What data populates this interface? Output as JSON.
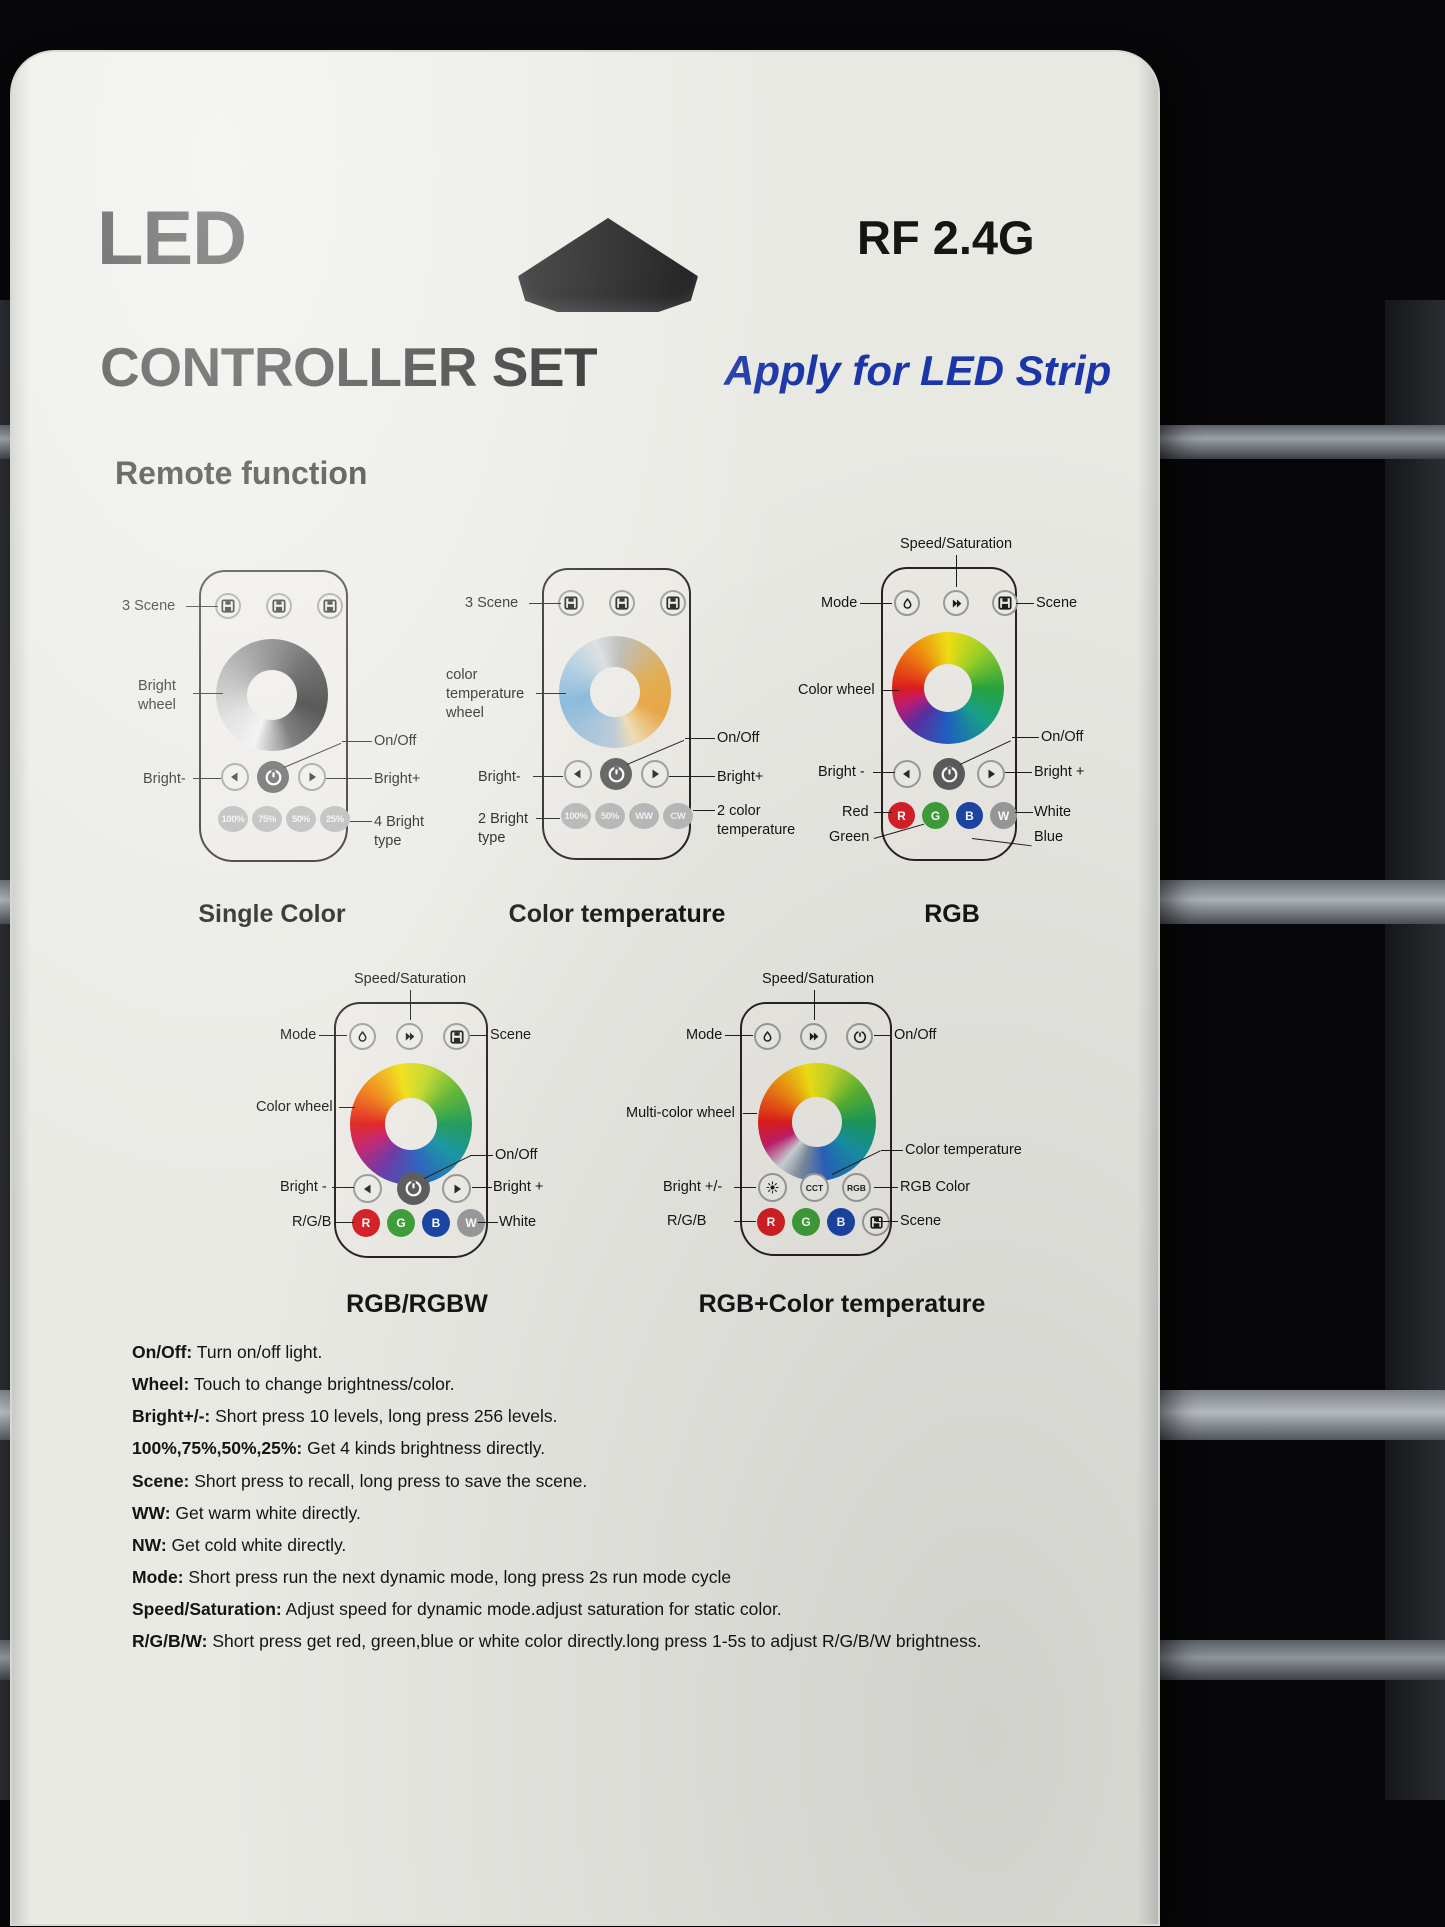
{
  "header": {
    "title_led": "LED",
    "title_controller": "CONTROLLER SET",
    "rf_badge": "RF 2.4G",
    "apply_text": "Apply for LED Strip",
    "section_title": "Remote function",
    "accent_blue": "#1b36a8"
  },
  "remotes": [
    {
      "id": "single-color",
      "caption": "Single Color",
      "wheel_label": "Bright\nwheel",
      "wheel_type": "brightness-gradient",
      "labels": {
        "scene": "3 Scene",
        "wheel_l1": "Bright",
        "wheel_l2": "wheel",
        "bright_minus": "Bright-",
        "bright_plus": "Bright+",
        "onoff": "On/Off",
        "bottom_l1": "4 Bright",
        "bottom_l2": "type"
      },
      "scene_buttons": [
        "save-icon",
        "save-icon",
        "save-icon"
      ],
      "row_buttons": [
        "left-arrow-icon",
        "power-icon",
        "right-arrow-icon"
      ],
      "preset_buttons": [
        "100%",
        "75%",
        "50%",
        "25%"
      ]
    },
    {
      "id": "color-temperature",
      "caption": "Color temperature",
      "wheel_type": "cct-gradient",
      "labels": {
        "scene": "3 Scene",
        "wheel_l1": "color",
        "wheel_l2": "temperature",
        "wheel_l3": "wheel",
        "bright_minus": "Bright-",
        "bright_plus": "Bright+",
        "onoff": "On/Off",
        "bottom_l1": "2 Bright",
        "bottom_l2": "type",
        "right_l1": "2 color",
        "right_l2": "temperature"
      },
      "scene_buttons": [
        "save-icon",
        "save-icon",
        "save-icon"
      ],
      "row_buttons": [
        "left-arrow-icon",
        "power-icon",
        "right-arrow-icon"
      ],
      "preset_buttons": [
        "100%",
        "50%",
        "WW",
        "CW"
      ]
    },
    {
      "id": "rgb",
      "caption": "RGB",
      "wheel_type": "rgb-wheel",
      "labels": {
        "speed": "Speed/Saturation",
        "mode": "Mode",
        "scene": "Scene",
        "color_wheel": "Color  wheel",
        "bright_minus": "Bright -",
        "bright_plus": "Bright +",
        "onoff": "On/Off",
        "red": "Red",
        "green": "Green",
        "white": "White",
        "blue": "Blue"
      },
      "top_buttons": [
        "mode-icon",
        "play-icon",
        "save-icon"
      ],
      "row_buttons": [
        "left-arrow-icon",
        "power-icon",
        "right-arrow-icon"
      ],
      "color_buttons": [
        "R",
        "G",
        "B",
        "W"
      ]
    },
    {
      "id": "rgb-rgbw",
      "caption": "RGB/RGBW",
      "wheel_type": "rgb-wheel",
      "labels": {
        "speed": "Speed/Saturation",
        "mode": "Mode",
        "scene": "Scene",
        "color_wheel": "Color  wheel",
        "bright_minus": "Bright -",
        "bright_plus": "Bright +",
        "onoff": "On/Off",
        "rgb": "R/G/B",
        "white": "White"
      },
      "top_buttons": [
        "mode-icon",
        "play-icon",
        "save-icon"
      ],
      "row_buttons": [
        "left-arrow-icon",
        "power-icon",
        "right-arrow-icon"
      ],
      "color_buttons": [
        "R",
        "G",
        "B",
        "W"
      ]
    },
    {
      "id": "rgb-plus-cct",
      "caption": "RGB+Color temperature",
      "wheel_type": "rgb-cct-wheel",
      "labels": {
        "speed": "Speed/Saturation",
        "mode": "Mode",
        "onoff": "On/Off",
        "multi_wheel": "Multi-color wheel",
        "color_temperature": "Color temperature",
        "bright_pm": "Bright +/-",
        "rgb_color": "RGB Color",
        "rgb": "R/G/B",
        "scene": "Scene"
      },
      "top_buttons": [
        "mode-icon",
        "play-icon",
        "power-icon"
      ],
      "row_buttons": [
        "sun-icon",
        "CCT",
        "RGB"
      ],
      "color_buttons": [
        "R",
        "G",
        "B",
        "save-icon"
      ]
    }
  ],
  "instructions": [
    {
      "term": "On/Off:",
      "text": " Turn on/off light."
    },
    {
      "term": "Wheel:",
      "text": " Touch to change brightness/color."
    },
    {
      "term": "Bright+/-:",
      "text": " Short press 10 levels, long press 256 levels."
    },
    {
      "term": "100%,75%,50%,25%:",
      "text": " Get 4 kinds brightness directly."
    },
    {
      "term": "Scene:",
      "text": " Short press to recall, long press to save the scene."
    },
    {
      "term": "WW:",
      "text": " Get warm white directly."
    },
    {
      "term": "NW:",
      "text": "  Get cold white directly."
    },
    {
      "term": "Mode:",
      "text": " Short press run the next dynamic mode,  long press 2s run mode cycle"
    },
    {
      "term": "Speed/Saturation:",
      "text": " Adjust speed for dynamic mode.adjust saturation for static color."
    },
    {
      "term": "R/G/B/W:",
      "text": " Short press get red, green,blue or white color directly.long press 1-5s to adjust R/G/B/W brightness."
    }
  ]
}
